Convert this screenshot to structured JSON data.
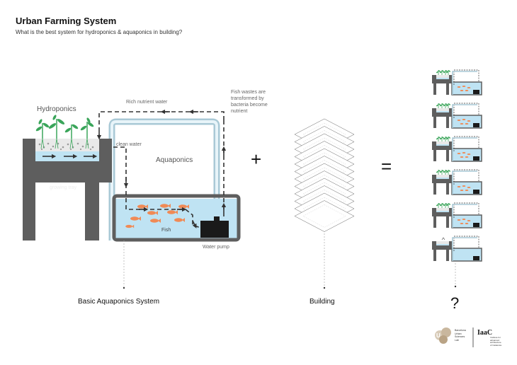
{
  "header": {
    "title": "Urban Farming System",
    "subtitle": "What is the best system for hydroponics & aquaponics in building?"
  },
  "diagram": {
    "labels": {
      "hydroponics": "Hydroponics",
      "aquaponics": "Aquaponics",
      "rich_nutrient_water": "Rich nutrient water",
      "fish_wastes_1": "Fish wastes are",
      "fish_wastes_2": "transformed by",
      "fish_wastes_3": "bacteria become",
      "fish_wastes_4": "nutrient",
      "clean_water": "clean water",
      "growing_tray": "growing tray",
      "fish": "Fish",
      "water_pump": "Water pump"
    },
    "operators": {
      "plus": "+",
      "equals": "=",
      "question": "?"
    },
    "captions": {
      "basic": "Basic Aquaponics System",
      "building": "Building"
    },
    "colors": {
      "water": "#bfe3f3",
      "pipe": "#a9c9d6",
      "concrete": "#5e5e5e",
      "fish": "#f08a55",
      "plant": "#3aa55a"
    }
  },
  "footer": {
    "logo1_line1": "Barcelona",
    "logo1_line2": "Urban",
    "logo1_line3": "Sciences",
    "logo1_line4": "Lab",
    "logo2": "IaaC",
    "logo2_line1": "Institute for",
    "logo2_line2": "advanced",
    "logo2_line3": "architecture",
    "logo2_line4": "of Catalonia"
  }
}
